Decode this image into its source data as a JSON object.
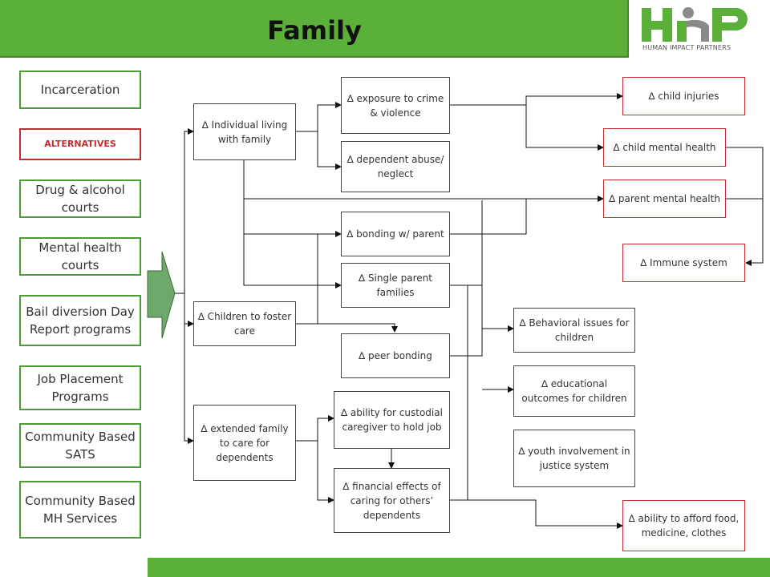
{
  "title": "Family",
  "logo": {
    "name": "human-impact-partners-logo",
    "mark": "HIP",
    "subtitle": "HUMAN IMPACT PARTNERS"
  },
  "colors": {
    "green": "#5ab038",
    "dark_green": "#4e9a35",
    "red": "#c03030",
    "arrow_fill": "#6ea86a"
  },
  "left_column": {
    "incarceration": "Incarceration",
    "alternatives": "ALTERNATIVES",
    "items": [
      "Drug & alcohol courts",
      "Mental health courts",
      "Bail diversion Day Report programs",
      "Job Placement Programs",
      "Community Based SATS",
      "Community Based MH Services"
    ]
  },
  "level1": {
    "individual": "∆ Individual living with family",
    "foster": "∆ Children to foster care",
    "extended": "∆ extended family to care for dependents"
  },
  "level2": {
    "exposure": "∆ exposure to crime & violence",
    "abuse": "∆ dependent abuse/ neglect",
    "bonding": "∆ bonding w/ parent",
    "single": "∆ Single parent families",
    "peer": "∆ peer bonding",
    "custodial": "∆ ability for custodial caregiver to hold job",
    "financial": "∆ financial effects of caring for others’ dependents"
  },
  "level3": {
    "behavioral": "∆ Behavioral issues for children",
    "educational": "∆ educational outcomes for children",
    "youth": "∆ youth involvement in justice system"
  },
  "outcomes": {
    "injuries": "∆ child injuries",
    "child_mental": "∆ child mental health",
    "parent_mental": "∆ parent mental health",
    "immune": "∆ Immune system",
    "afford": "∆ ability to afford food, medicine, clothes"
  }
}
